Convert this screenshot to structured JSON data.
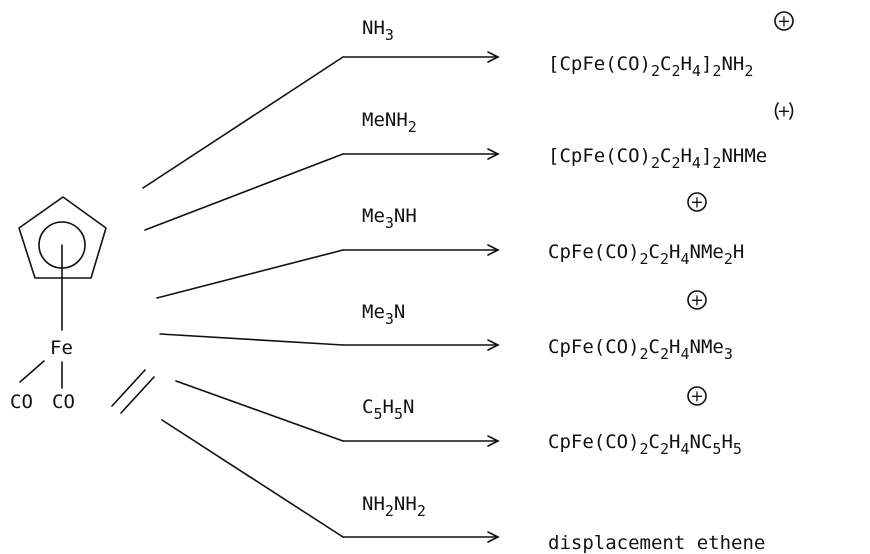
{
  "complex": {
    "metal": "Fe",
    "ligands": [
      "CO",
      "CO"
    ]
  },
  "reactions": [
    {
      "reagent": [
        {
          "t": "NH"
        },
        {
          "t": "3",
          "sub": true
        }
      ],
      "product": [
        {
          "t": "[CpFe(CO)"
        },
        {
          "t": "2",
          "sub": true
        },
        {
          "t": "C"
        },
        {
          "t": "2",
          "sub": true
        },
        {
          "t": "H"
        },
        {
          "t": "4",
          "sub": true
        },
        {
          "t": "]"
        },
        {
          "t": "2",
          "sub": true
        },
        {
          "t": "NH"
        },
        {
          "t": "2",
          "sub": true
        }
      ],
      "charge": "+",
      "circled": true
    },
    {
      "reagent": [
        {
          "t": "MeNH"
        },
        {
          "t": "2",
          "sub": true
        }
      ],
      "product": [
        {
          "t": "[CpFe(CO)"
        },
        {
          "t": "2",
          "sub": true
        },
        {
          "t": "C"
        },
        {
          "t": "2",
          "sub": true
        },
        {
          "t": "H"
        },
        {
          "t": "4",
          "sub": true
        },
        {
          "t": "]"
        },
        {
          "t": "2",
          "sub": true
        },
        {
          "t": "NHMe"
        }
      ],
      "charge": "+",
      "circled": false
    },
    {
      "reagent": [
        {
          "t": "Me"
        },
        {
          "t": "3",
          "sub": true
        },
        {
          "t": "NH"
        }
      ],
      "product": [
        {
          "t": "CpFe(CO)"
        },
        {
          "t": "2",
          "sub": true
        },
        {
          "t": "C"
        },
        {
          "t": "2",
          "sub": true
        },
        {
          "t": "H"
        },
        {
          "t": "4",
          "sub": true
        },
        {
          "t": "NMe"
        },
        {
          "t": "2",
          "sub": true
        },
        {
          "t": "H"
        }
      ],
      "charge": "+",
      "circled": true
    },
    {
      "reagent": [
        {
          "t": "Me"
        },
        {
          "t": "3",
          "sub": true
        },
        {
          "t": "N"
        }
      ],
      "product": [
        {
          "t": "CpFe(CO)"
        },
        {
          "t": "2",
          "sub": true
        },
        {
          "t": "C"
        },
        {
          "t": "2",
          "sub": true
        },
        {
          "t": "H"
        },
        {
          "t": "4",
          "sub": true
        },
        {
          "t": "NMe"
        },
        {
          "t": "3",
          "sub": true
        }
      ],
      "charge": "+",
      "circled": true
    },
    {
      "reagent": [
        {
          "t": "C"
        },
        {
          "t": "5",
          "sub": true
        },
        {
          "t": "H"
        },
        {
          "t": "5",
          "sub": true
        },
        {
          "t": "N"
        }
      ],
      "product": [
        {
          "t": "CpFe(CO)"
        },
        {
          "t": "2",
          "sub": true
        },
        {
          "t": "C"
        },
        {
          "t": "2",
          "sub": true
        },
        {
          "t": "H"
        },
        {
          "t": "4",
          "sub": true
        },
        {
          "t": "NC"
        },
        {
          "t": "5",
          "sub": true
        },
        {
          "t": "H"
        },
        {
          "t": "5",
          "sub": true
        }
      ],
      "charge": "+",
      "circled": true
    },
    {
      "reagent": [
        {
          "t": "NH"
        },
        {
          "t": "2",
          "sub": true
        },
        {
          "t": "NH"
        },
        {
          "t": "2",
          "sub": true
        }
      ],
      "product": [
        {
          "t": "displacement ethene"
        }
      ],
      "charge": "",
      "circled": false
    }
  ]
}
